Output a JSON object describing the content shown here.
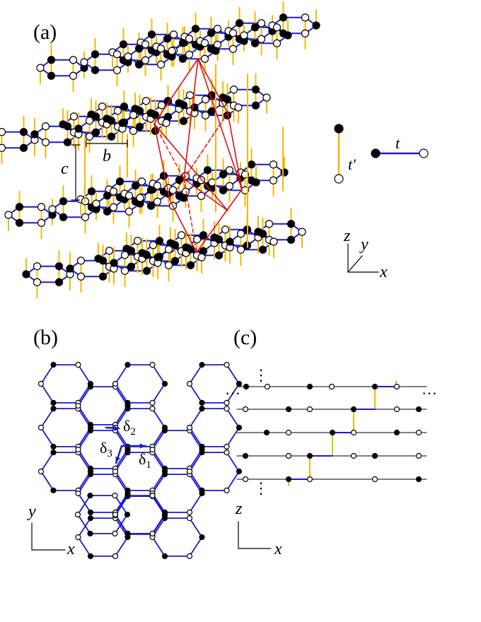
{
  "panels": {
    "a": {
      "label": "(a)"
    },
    "b": {
      "label": "(b)"
    },
    "c": {
      "label": "(c)"
    }
  },
  "lattice_constants": {
    "b": "b",
    "c": "c"
  },
  "hopping": {
    "interlayer": "t′",
    "intralayer": "t"
  },
  "axes": {
    "x": "x",
    "y": "y",
    "z": "z"
  },
  "nearest_neighbor_vectors": {
    "d1": {
      "symbol": "δ",
      "index": "1"
    },
    "d2": {
      "symbol": "δ",
      "index": "2"
    },
    "d3": {
      "symbol": "δ",
      "index": "3"
    }
  },
  "colors": {
    "bond_intralayer": "#1a1ad6",
    "bond_interlayer": "#f5b800",
    "unit_cell": "#e01010",
    "site_A": "#000000",
    "site_B_fill": "#ffffff"
  },
  "ellipsis": "…",
  "vertical_ellipsis": "⋮"
}
